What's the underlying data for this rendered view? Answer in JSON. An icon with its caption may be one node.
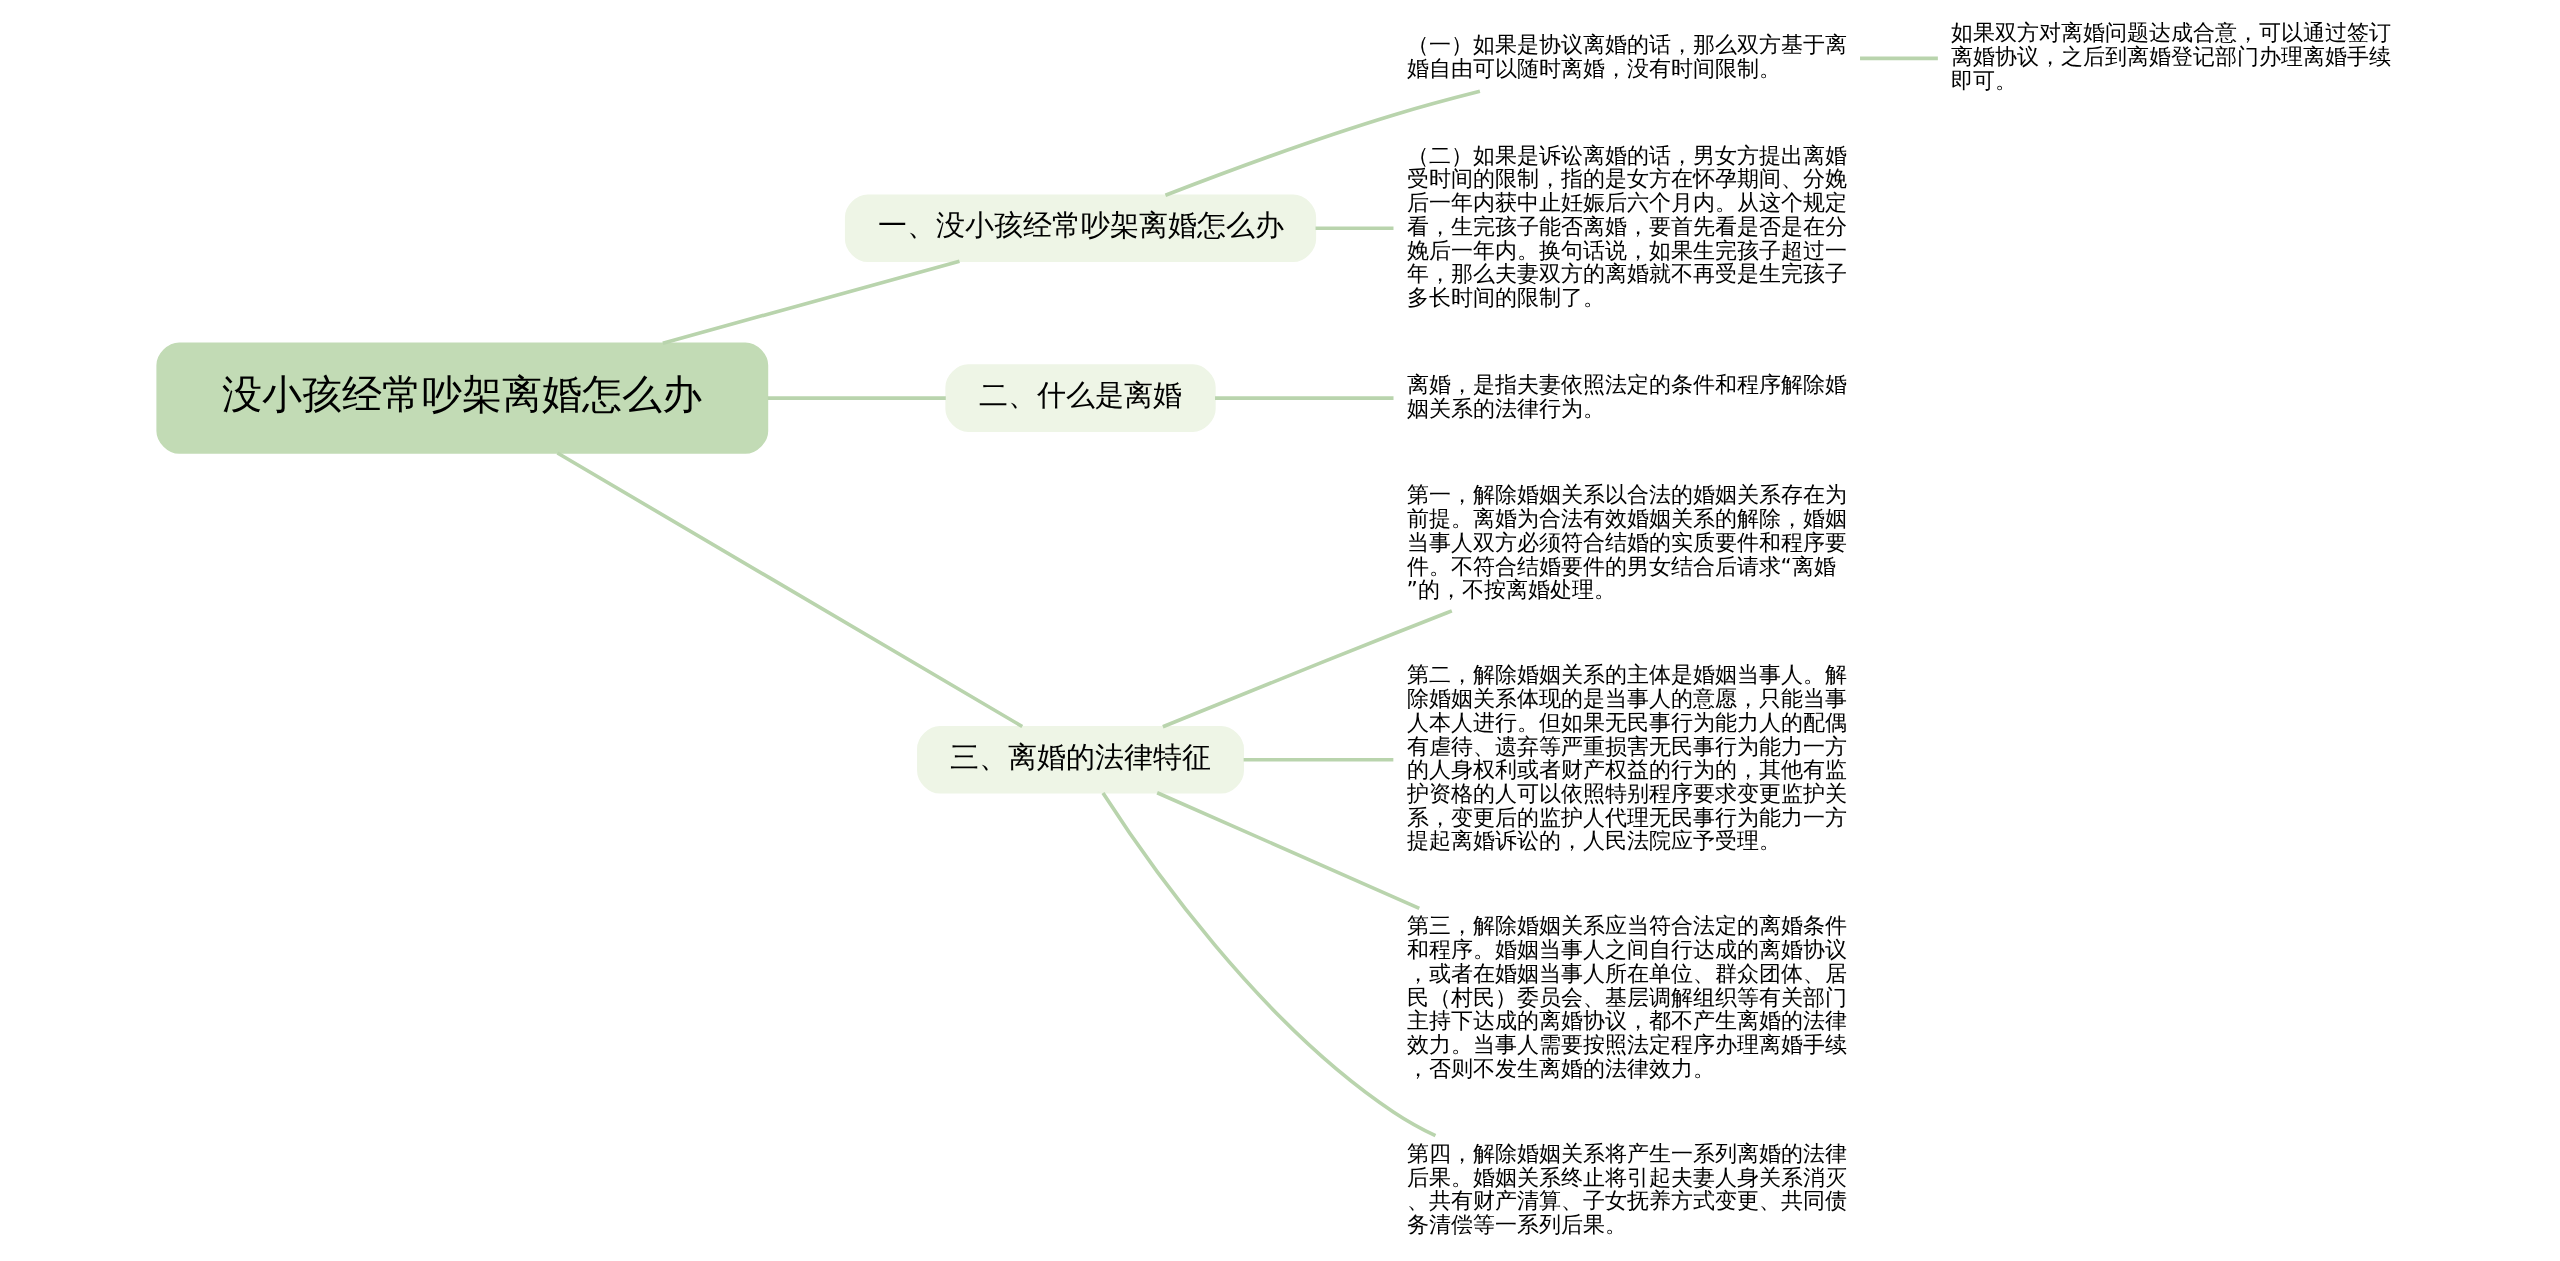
{
  "diagram": {
    "nodes": [
      {
        "text": [
          "没小孩经常吵架离婚怎么办"
        ]
      },
      {
        "text": [
          "一、没小孩经常吵架离婚怎么办"
        ]
      },
      {
        "text": [
          "（一）如果是协议离婚的话，那么双方基于离婚自由可以随时离婚，没有时间限制。"
        ]
      },
      {
        "text": [
          "如果双方对离婚问题达成合意，可以通过签订离婚协议，之后到离婚登记部门办理离婚手续即可。"
        ]
      },
      {
        "text": [
          "（二）如果是诉讼离婚的话，男女方提出离婚受时间的限制，指的是女方在怀孕期间、分娩后一年内获中止妊娠后六个月内。从这个规定看，生完孩子能否离婚，要首先看是否是在分娩后一年内。换句话说，如果生完孩子超过一年，那么夫妻双方的离婚就不再受是生完孩子多长时间的限制了。"
        ]
      },
      {
        "text": [
          "二、什么是离婚"
        ]
      },
      {
        "text": [
          "离婚，是指夫妻依照法定的条件和程序解除婚姻关系的法律行为。"
        ]
      },
      {
        "text": [
          "三、离婚的法律特征"
        ]
      },
      {
        "text": [
          "第一，解除婚姻关系以合法的婚姻关系存在为前提。离婚为合法有效婚姻关系的解除，婚姻当事人双方必须符合结婚的实质要件和程序要件。不符合结婚要件的男女结合后请求“离婚”的，不按离婚处理。"
        ]
      },
      {
        "text": [
          "第二，解除婚姻关系的主体是婚姻当事人。解除婚姻关系体现的是当事人的意愿，只能当事人本人进行。但如果无民事行为能力人的配偶有虐待、遗弃等严重损害无民事行为能力一方的人身权利或者财产权益的行为的，其他有监护资格的人可以依照特别程序要求变更监护关系，变更后的监护人代理无民事行为能力一方提起离婚诉讼的，人民法院应予受理。"
        ]
      },
      {
        "text": [
          "第三，解除婚姻关系应当符合法定的离婚条件和程序。婚姻当事人之间自行达成的离婚协议，或者在婚姻当事人所在单位、群众团体、居民（村民）委员会、基层调解组织等有关部门主持下达成的离婚协议，都不产生离婚的法律效力。当事人需要按照法定程序办理离婚手续，否则不发生离婚的法律效力。"
        ]
      },
      {
        "text": [
          "第四，解除婚姻关系将产生一系列离婚的法律后果。婚姻关系终止将引起夫妻人身关系消灭、共有财产清算、子女抚养方式变更、共同债务清偿等一系列后果。"
        ]
      }
    ],
    "edges": [
      {
        "from": 0,
        "to": 1,
        "arrow": "none"
      },
      {
        "from": 1,
        "to": 2,
        "arrow": "none"
      },
      {
        "from": 2,
        "to": 3,
        "arrow": "none"
      },
      {
        "from": 1,
        "to": 4,
        "arrow": "none"
      },
      {
        "from": 0,
        "to": 5,
        "arrow": "none"
      },
      {
        "from": 5,
        "to": 6,
        "arrow": "none"
      },
      {
        "from": 0,
        "to": 7,
        "arrow": "none"
      },
      {
        "from": 7,
        "to": 8,
        "arrow": "none"
      },
      {
        "from": 7,
        "to": 9,
        "arrow": "none"
      },
      {
        "from": 7,
        "to": 10,
        "arrow": "none"
      },
      {
        "from": 7,
        "to": 11,
        "arrow": "none"
      }
    ]
  }
}
